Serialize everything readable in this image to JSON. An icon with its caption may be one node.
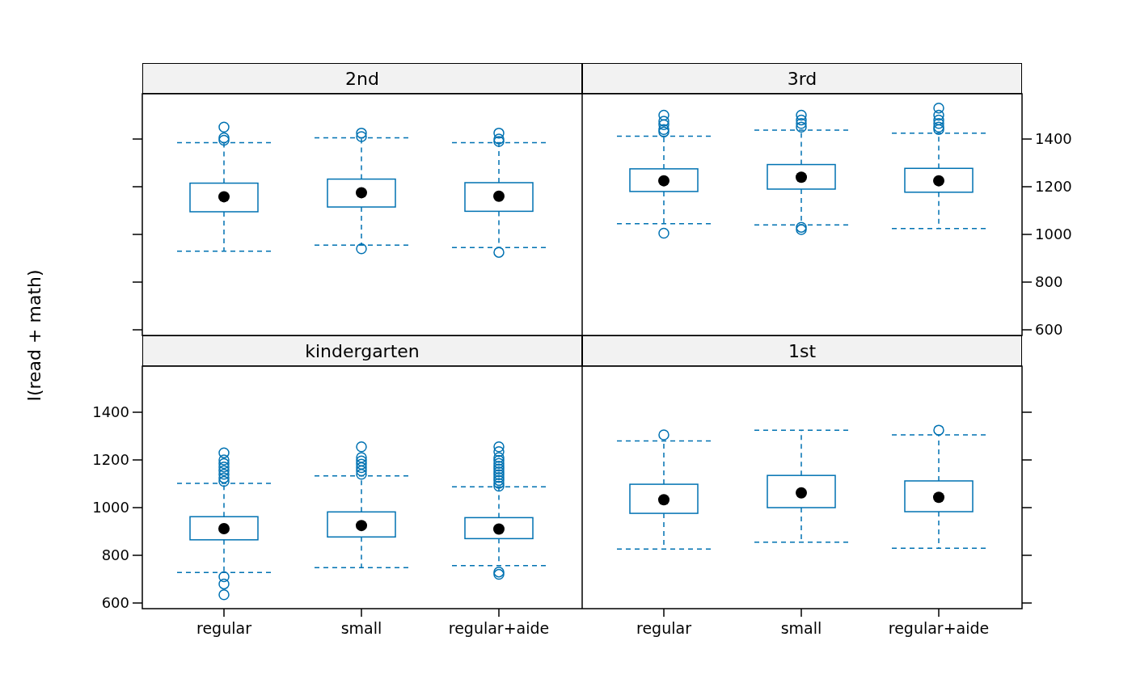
{
  "diagram": {
    "labels": [
      "2nd",
      "3rd",
      "1400",
      "1200",
      "1000",
      "800",
      "600",
      "I(read + math)",
      "kindergarten",
      "1st",
      "1400",
      "1200",
      "1000",
      "800",
      "600",
      "regular",
      "small",
      "regular+aide",
      "regular",
      "small",
      "regular+aide"
    ]
  }
}
